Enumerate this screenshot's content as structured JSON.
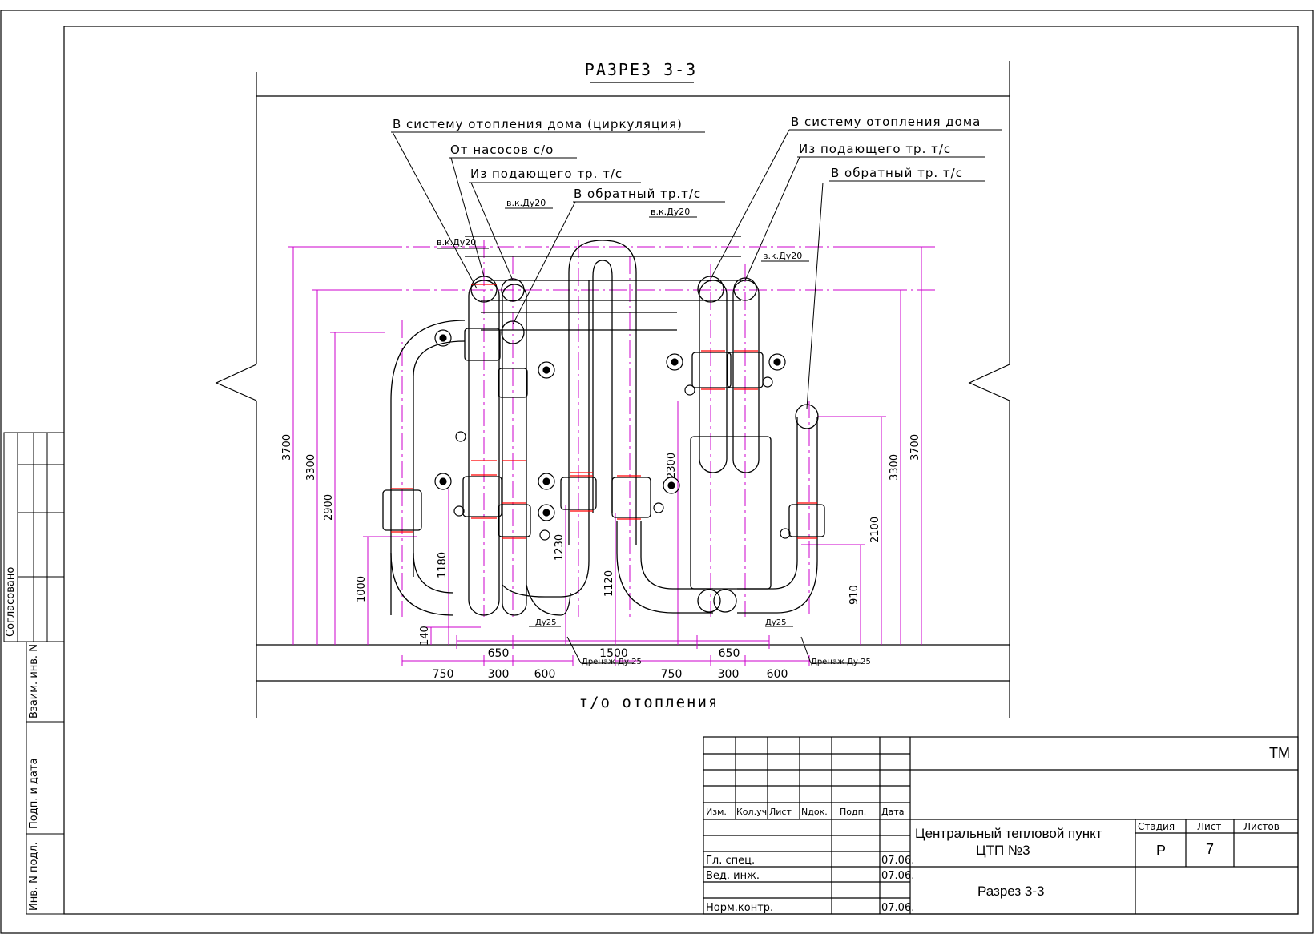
{
  "drawing": {
    "section_title": "РАЗРЕЗ 3-3",
    "floor_caption": "т/о отопления",
    "callouts": {
      "left_circ": "В систему отопления дома (циркуляция)",
      "left_pumps": "От насосов с/о",
      "left_supply": "Из подающего тр. т/с",
      "left_return": "В обратный тр.т/с",
      "right_heat": "В систему отопления дома",
      "right_supply": "Из подающего тр. т/с",
      "right_return": "В обратный тр. т/с"
    },
    "valve_labels": {
      "vk1": "в.к.Ду20",
      "vk2": "в.к.Ду20",
      "vk3": "в.к.Ду20",
      "vk4": "в.к.Ду20"
    },
    "drain_labels": {
      "dy25_left": "Ду25",
      "dy25_right": "Ду25",
      "drain_left": "Дренаж Ду 25",
      "drain_right": "Дренаж Ду 25"
    },
    "vertical_dims": {
      "l3700": "3700",
      "l3300": "3300",
      "l2900": "2900",
      "l1000": "1000",
      "l1180": "1180",
      "l1230": "1230",
      "l1120": "1120",
      "l140": "140",
      "m2300": "2300",
      "r3700": "3700",
      "r3300": "3300",
      "r2100": "2100",
      "r910": "910"
    },
    "horizontal_dims": {
      "a650": "650",
      "a1500": "1500",
      "b650": "650",
      "c750": "750",
      "c300": "300",
      "c600": "600",
      "d750": "750",
      "d300": "300",
      "d600": "600"
    }
  },
  "side_stamp": {
    "approved": "Согласовано",
    "inv_vzaim": "Взаим. инв. N",
    "sign_date": "Подп. и дата",
    "inv_orig": "Инв. N подл."
  },
  "title_block": {
    "code": "TM",
    "headers": [
      "Изм.",
      "Кол.уч",
      "Лист",
      "Nдок.",
      "Подп.",
      "Дата"
    ],
    "rows": [
      {
        "role": "Гл. спец.",
        "date": "07.06."
      },
      {
        "role": "Вед. инж.",
        "date": "07.06."
      },
      {
        "role": "Норм.контр.",
        "date": "07.06."
      }
    ],
    "project_line1": "Центральный тепловой пункт",
    "project_line2": "ЦТП №3",
    "sheet_title": "Разрез 3-3",
    "stage_label": "Стадия",
    "stage_value": "Р",
    "sheet_label": "Лист",
    "sheet_value": "7",
    "sheets_label": "Листов",
    "sheets_value": ""
  },
  "colors": {
    "ink": "#000000",
    "dimension": "#cc00cc",
    "flange_mark": "#ff0000"
  }
}
